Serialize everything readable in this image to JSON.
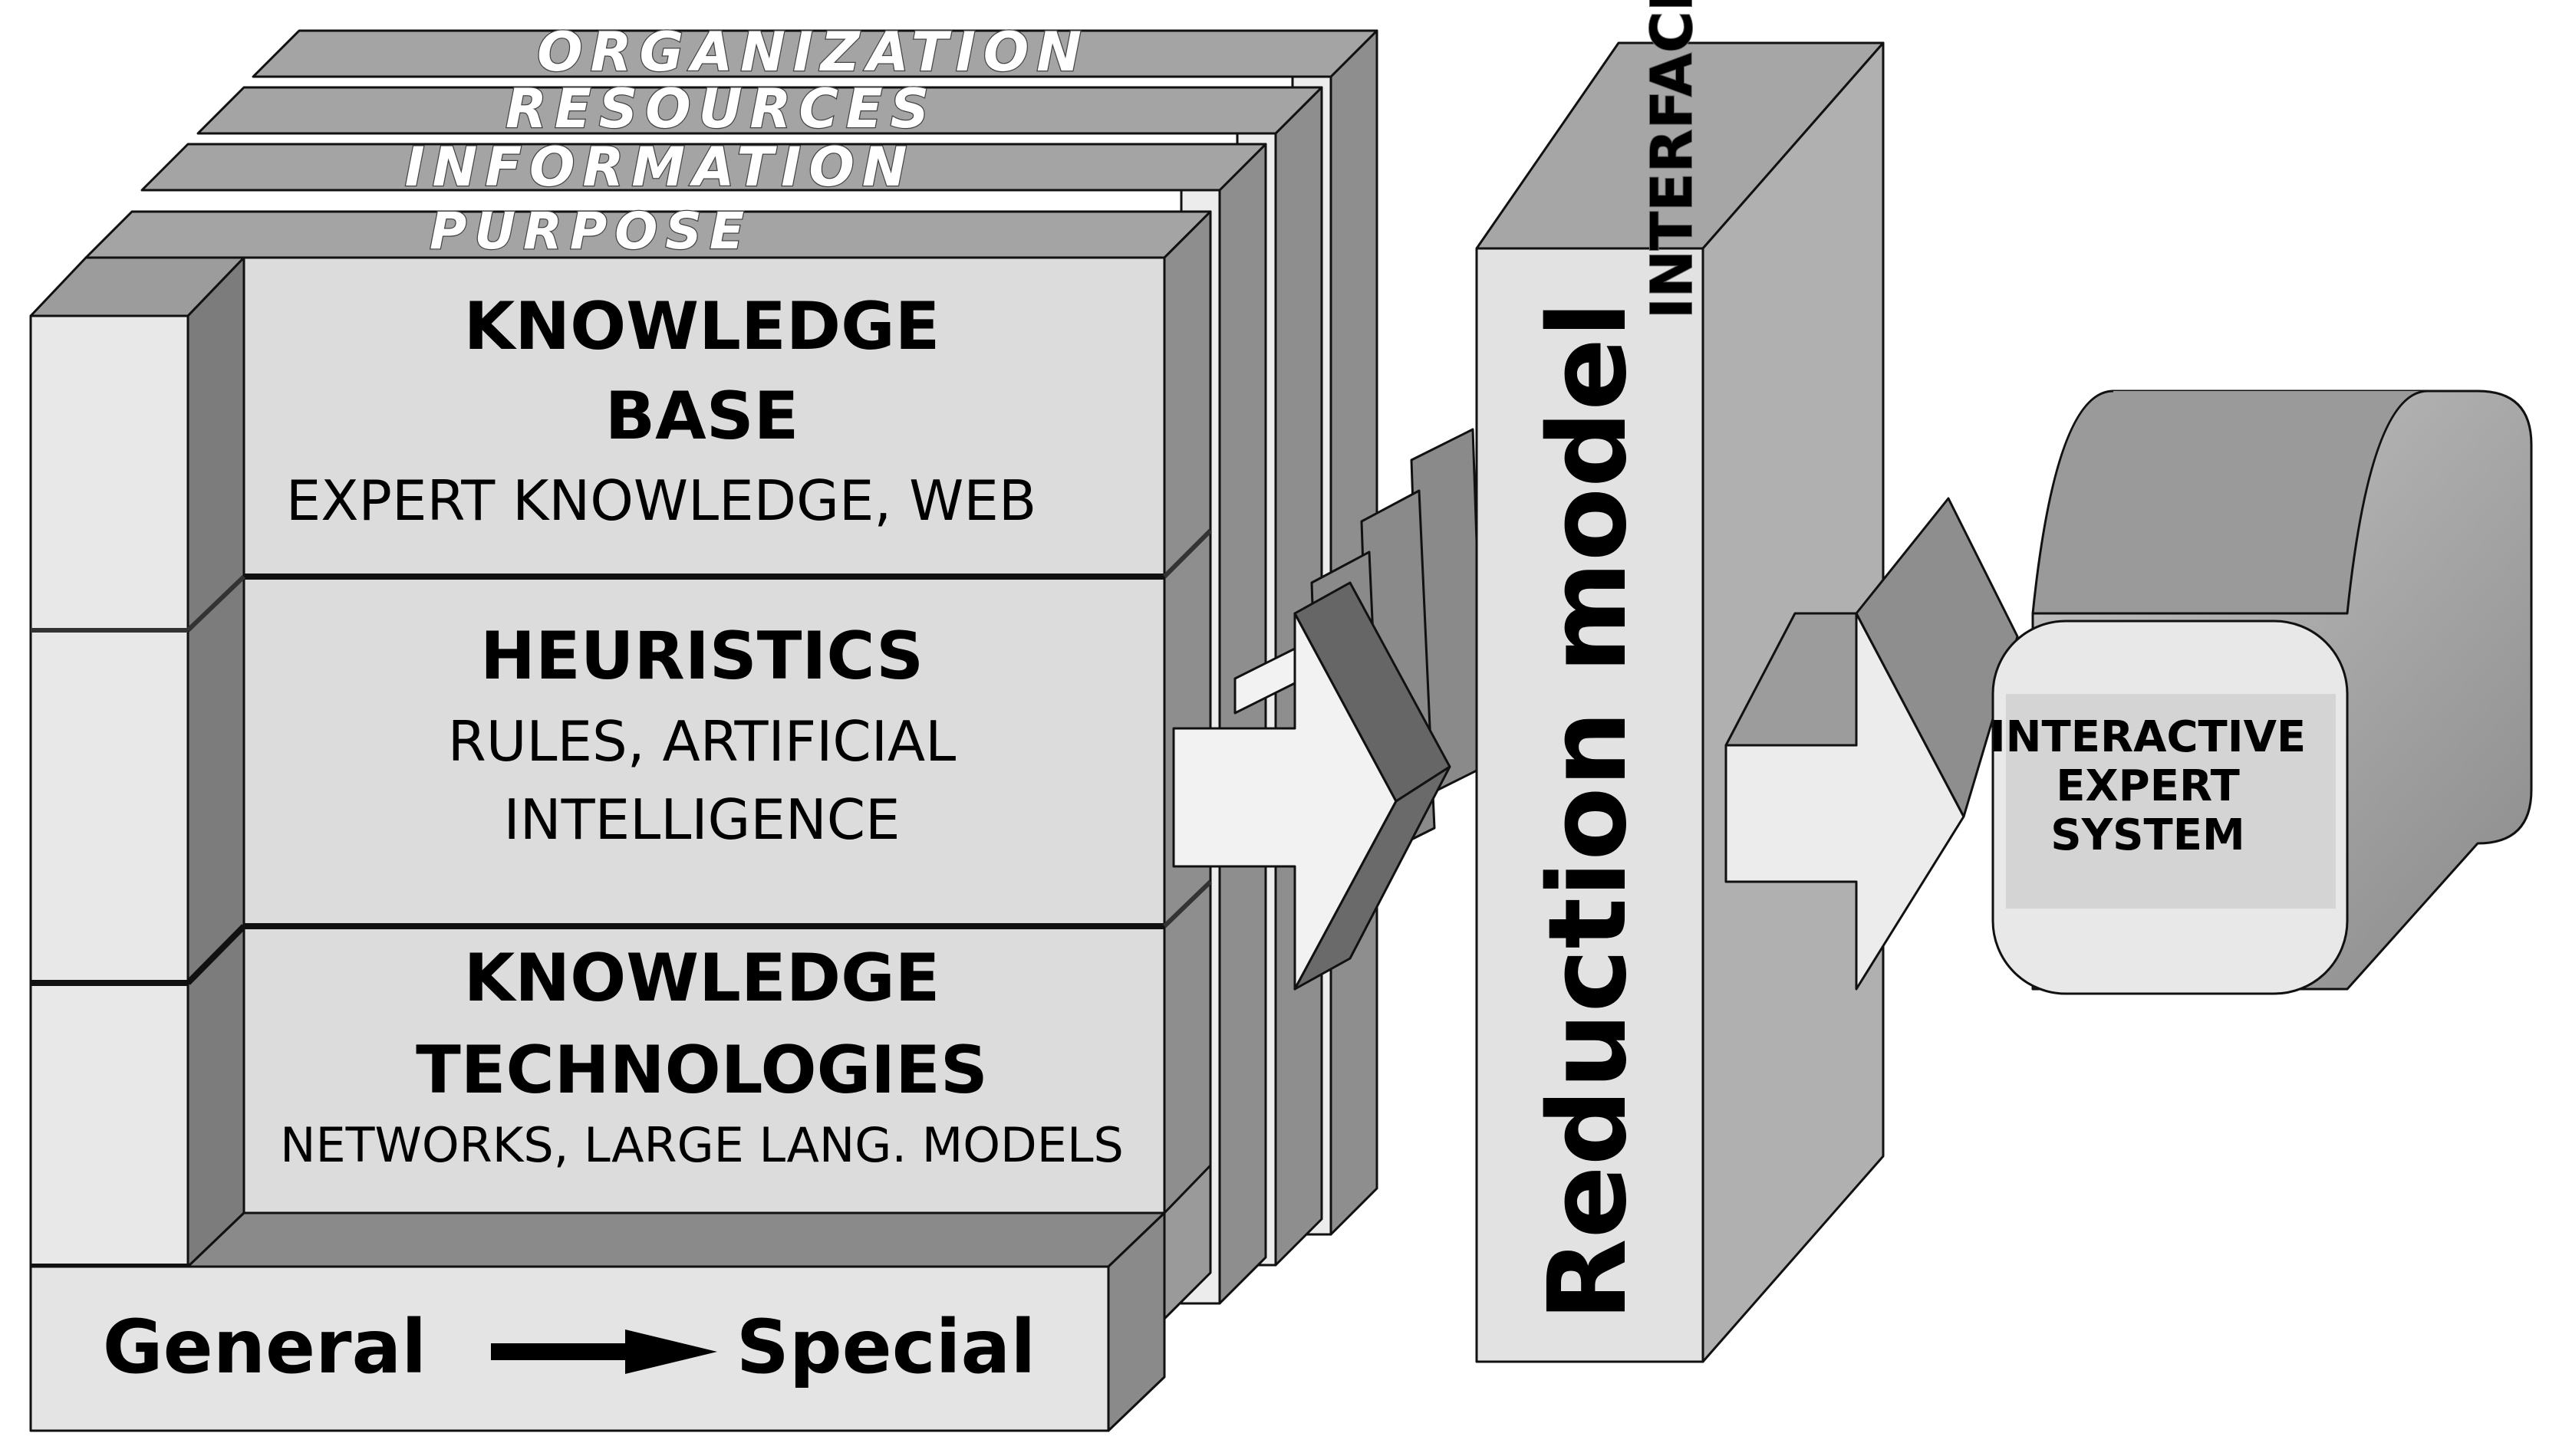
{
  "layers": {
    "organization": "ORGANIZATION",
    "resources": "RESOURCES",
    "information": "INFORMATION",
    "purpose": "PURPOSE"
  },
  "knowledge_base": {
    "title_line1": "KNOWLEDGE",
    "title_line2": "BASE",
    "subtitle": "EXPERT KNOWLEDGE, WEB"
  },
  "heuristics": {
    "title": "HEURISTICS",
    "subtitle_line1": "RULES, ARTIFICIAL",
    "subtitle_line2": "INTELLIGENCE"
  },
  "knowledge_technologies": {
    "title_line1": "KNOWLEDGE",
    "title_line2": "TECHNOLOGIES",
    "subtitle": "NETWORKS, LARGE LANG. MODELS"
  },
  "scale": {
    "left": "General",
    "right": "Special"
  },
  "interface": {
    "label": "INTERFACE",
    "model": "Reduction model"
  },
  "output": {
    "line1": "INTERACTIVE",
    "line2": "EXPERT",
    "line3": "SYSTEM"
  }
}
